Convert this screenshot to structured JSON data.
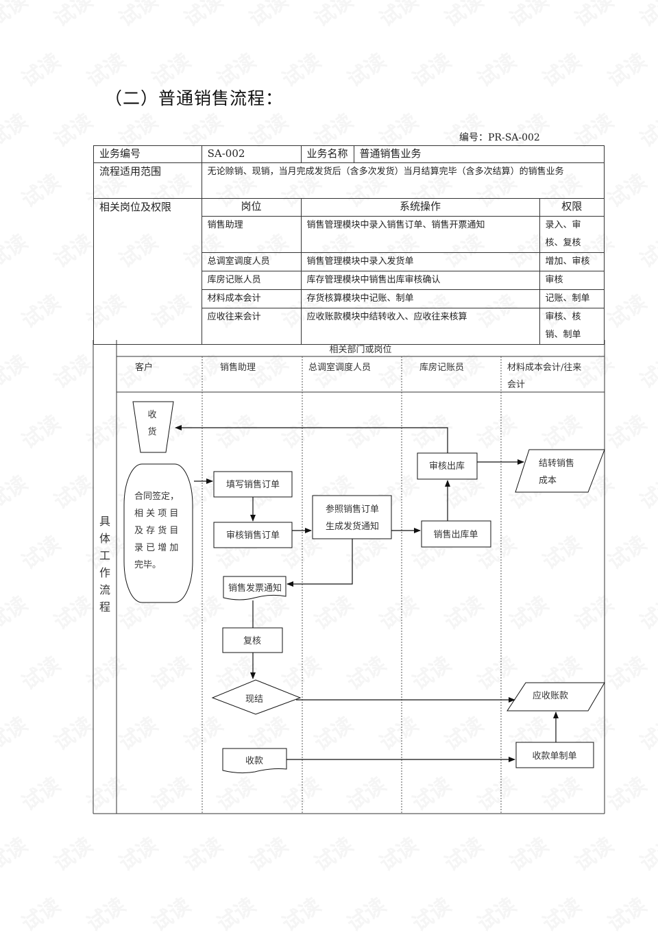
{
  "heading": "（二）普通销售流程：",
  "doc_number": "编号：PR-SA-002",
  "watermark": "试读",
  "info": {
    "biz_no_label": "业务编号",
    "biz_no": "SA-002",
    "biz_name_label": "业务名称",
    "biz_name": "普通销售业务",
    "scope_label": "流程适用范围",
    "scope": "无论赊销、现销，当月完成发货后（含多次发货）当月结算完毕（含多次结算）的销售业务"
  },
  "roles": {
    "label": "相关岗位及权限",
    "headers": [
      "岗位",
      "系统操作",
      "权限"
    ],
    "rows": [
      {
        "post": "销售助理",
        "op": "销售管理模块中录入销售订单、销售开票通知",
        "perm": "录入、审核、复核"
      },
      {
        "post": "总调室调度人员",
        "op": "销售管理模块中录入发货单",
        "perm": "增加、审核"
      },
      {
        "post": "库房记账人员",
        "op": "库存管理模块中销售出库审核确认",
        "perm": "审核"
      },
      {
        "post": "材料成本会计",
        "op": "存货核算模块中记账、制单",
        "perm": "记账、制单"
      },
      {
        "post": "应收往来会计",
        "op": "应收账款模块中结转收入、应收往来核算",
        "perm": "审核、核销、制单"
      }
    ]
  },
  "flow": {
    "section_label": "具体工作流程",
    "dept_header": "相关部门或岗位",
    "lanes": [
      "客户",
      "销售助理",
      "总调室调度人员",
      "库房记账员",
      "材料成本会计/往来会计"
    ],
    "nodes": {
      "receive_goods": "收货",
      "contract": [
        "合同签定，",
        "相 关 项 目",
        "及 存 货 目",
        "录 已 增 加",
        "完毕。"
      ],
      "fill_order": "填写销售订单",
      "review_order": "审核销售订单",
      "gen_notice": [
        "参照销售订单",
        "生成发货通知"
      ],
      "outbound_doc": "销售出库单",
      "review_outbound": "审核出库",
      "transfer_cost": [
        "结转销售",
        "成本"
      ],
      "invoice_notice": "销售发票通知",
      "recheck": "复核",
      "cash_settle": "现结",
      "receivable": "应收账款",
      "collect": "收款",
      "receipt_voucher": "收款单制单"
    }
  }
}
